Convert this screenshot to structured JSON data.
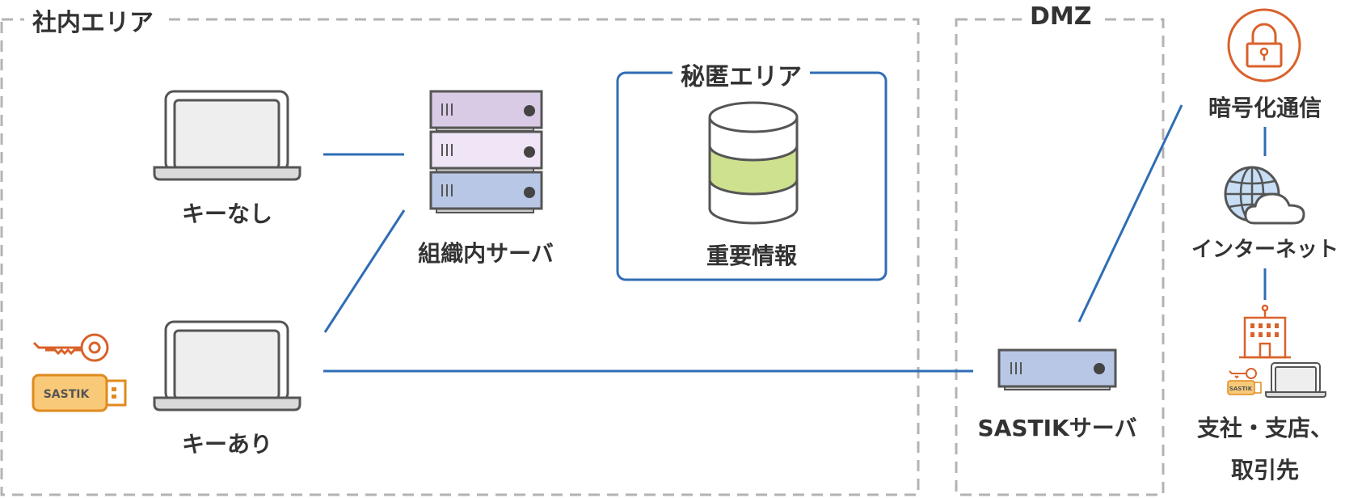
{
  "zones": {
    "internal_title": "社内エリア",
    "dmz_title": "DMZ",
    "secret_title": "秘匿エリア"
  },
  "nodes": {
    "pc_no_key": "キーなし",
    "pc_with_key": "キーあり",
    "internal_server": "組織内サーバ",
    "sensitive_info": "重要情報",
    "sastik_server": "SASTIKサーバ",
    "encrypted_comm": "暗号化通信",
    "internet": "インターネット",
    "branch_line1": "支社・支店、",
    "branch_line2": "取引先"
  },
  "usb": {
    "label": "SASTIK",
    "small_label": "SASTIK"
  },
  "icons": [
    "laptop-icon",
    "server-rack-icon",
    "database-icon",
    "key-icon",
    "usb-key-icon",
    "sastik-server-icon",
    "lock-icon",
    "globe-cloud-icon",
    "building-icon"
  ],
  "colors": {
    "line": "#2f6db5",
    "zone_border": "#b3b3b3",
    "secret_border": "#2f6db5",
    "accent_orange": "#d9622b",
    "usb_fill": "#f8c978",
    "usb_border": "#e08a1e",
    "server_purple": "#d9cbe6",
    "server_lavender": "#efe5f7",
    "server_blue": "#b8c7e6",
    "db_green": "#cde18f"
  }
}
